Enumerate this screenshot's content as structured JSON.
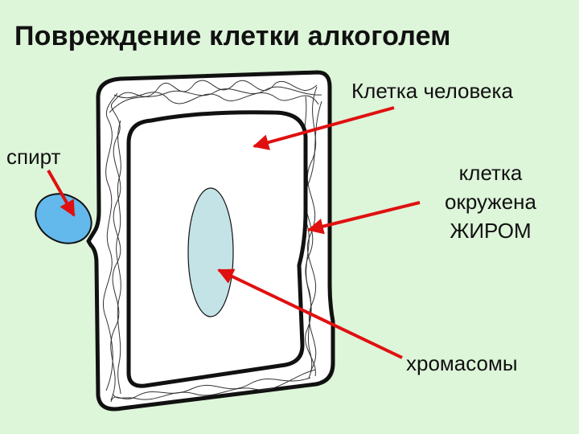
{
  "title": "Повреждение клетки алкоголем",
  "labels": {
    "human_cell": "Клетка человека",
    "alcohol": "спирт",
    "fat_line1": "клетка",
    "fat_line2": "окружена",
    "fat_line3": "ЖИРОМ",
    "chromosomes": "хромасомы"
  },
  "colors": {
    "background": "#ddf5d9",
    "arrow": "#e01010",
    "alcohol_drop": "#63b8ec",
    "nucleus": "#c3e3e6",
    "outline": "#111111"
  }
}
